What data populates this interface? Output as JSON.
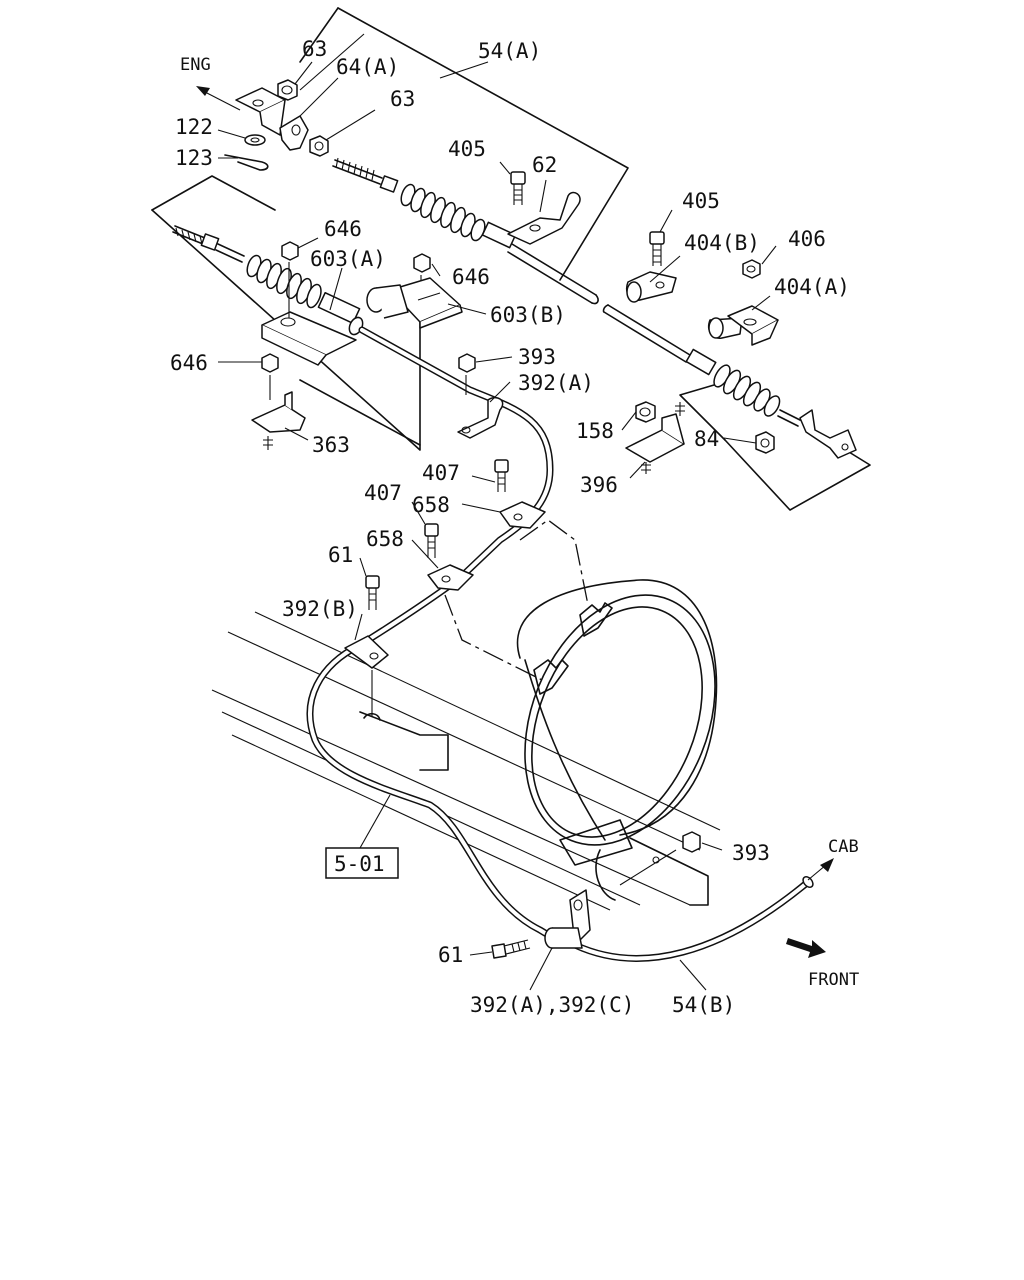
{
  "directions": {
    "eng": "ENG",
    "cab": "CAB",
    "front": "FRONT"
  },
  "reference_box": "5-01",
  "callouts": {
    "p63_top": "63",
    "p64a": "64(A)",
    "p54a": "54(A)",
    "p63_mid": "63",
    "p122": "122",
    "p123": "123",
    "p405_left": "405",
    "p62": "62",
    "p405_right": "405",
    "p404b": "404(B)",
    "p406": "406",
    "p404a": "404(A)",
    "p646_top": "646",
    "p603a": "603(A)",
    "p646_mid": "646",
    "p603b": "603(B)",
    "p646_left": "646",
    "p393_top": "393",
    "p392a_top": "392(A)",
    "p363": "363",
    "p158": "158",
    "p84": "84",
    "p396": "396",
    "p407_right": "407",
    "p407_left": "407",
    "p658_right": "658",
    "p658_left": "658",
    "p61_top": "61",
    "p392b": "392(B)",
    "p393_bottom": "393",
    "p61_bottom": "61",
    "p392ac": "392(A),392(C)",
    "p54b": "54(B)"
  }
}
